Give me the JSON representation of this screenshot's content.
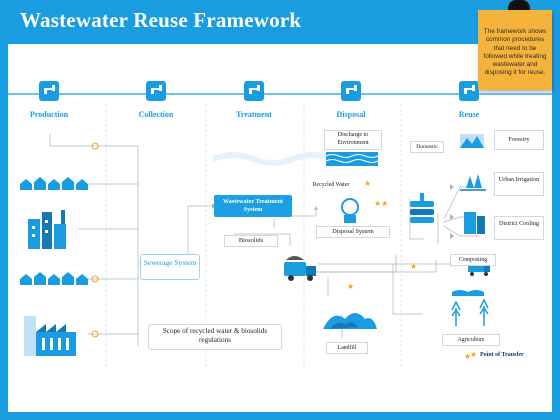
{
  "title": "Wastewater Reuse Framework",
  "note": "The framework shows common procedures that need to be followed while treating wastewater and disposing it for reuse.",
  "columns": [
    "Production",
    "Collection",
    "Treatment",
    "Disposal",
    "Reuse"
  ],
  "boxes": {
    "sewerage": "Sewerage System",
    "treatment": "Wastewater Treatment System",
    "scope": "Scope of recycled water & biosolids regulations",
    "biosolids": "Biosolids",
    "discharge": "Discharge to Environment",
    "recycled": "Recycled Water",
    "disposal_system": "Disposal System",
    "domestic": "Domestic",
    "forestry": "Forestry",
    "urban": "Urban Irrigation",
    "district": "District Cooling",
    "composting": "Composting",
    "landfill": "Landfill",
    "agriculture": "Agriculture"
  },
  "legend": "Point of Transfer",
  "colors": {
    "background": "#1a9de0",
    "accent": "#1a9de0",
    "treatment_box": "#1aa0e3",
    "note": "#f6b33c",
    "star": "#f3a31c"
  }
}
